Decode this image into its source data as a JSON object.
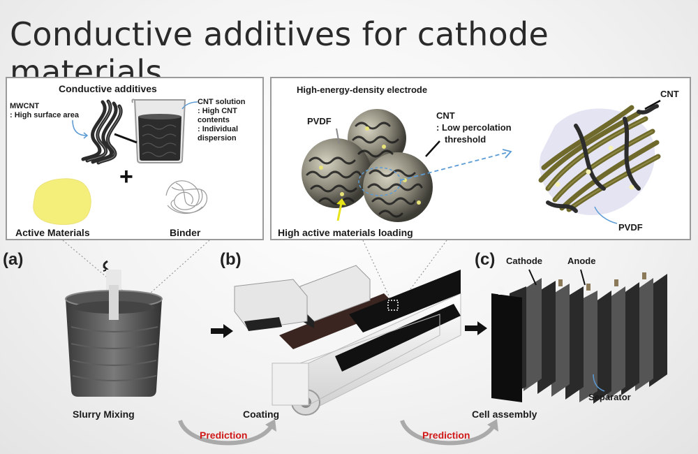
{
  "title": "Conductive additives for cathode materials",
  "left_panel": {
    "heading": "Conductive additives",
    "mwcnt_label": "MWCNT",
    "mwcnt_desc": ": High surface area",
    "cnt_solution_title": "CNT solution",
    "cnt_solution_line1": ": High CNT",
    "cnt_solution_line2": "contents",
    "cnt_solution_line3": ": Individual",
    "cnt_solution_line4": "dispersion",
    "plus": "+",
    "active_materials": "Active Materials",
    "binder": "Binder"
  },
  "right_panel": {
    "heading": "High-energy-density electrode",
    "pvdf_left": "PVDF",
    "cnt_label": "CNT",
    "cnt_desc_line1": ": Low percolation",
    "cnt_desc_line2": "threshold",
    "loading": "High active materials loading",
    "cnt_right": "CNT",
    "pvdf_right": "PVDF"
  },
  "stages": {
    "a_letter": "(a)",
    "b_letter": "(b)",
    "c_letter": "(c)",
    "slurry": "Slurry Mixing",
    "coating": "Coating",
    "cell_assembly": "Cell assembly",
    "cathode": "Cathode",
    "anode": "Anode",
    "separator": "Separator",
    "prediction_1": "Prediction",
    "prediction_2": "Prediction"
  },
  "colors": {
    "panel_border": "#9a9a9a",
    "prediction_text": "#d01818",
    "active_material": "#f4ee7a",
    "cnt_fiber": "#6f6a2c",
    "leader_blue": "#5b9bd5"
  }
}
